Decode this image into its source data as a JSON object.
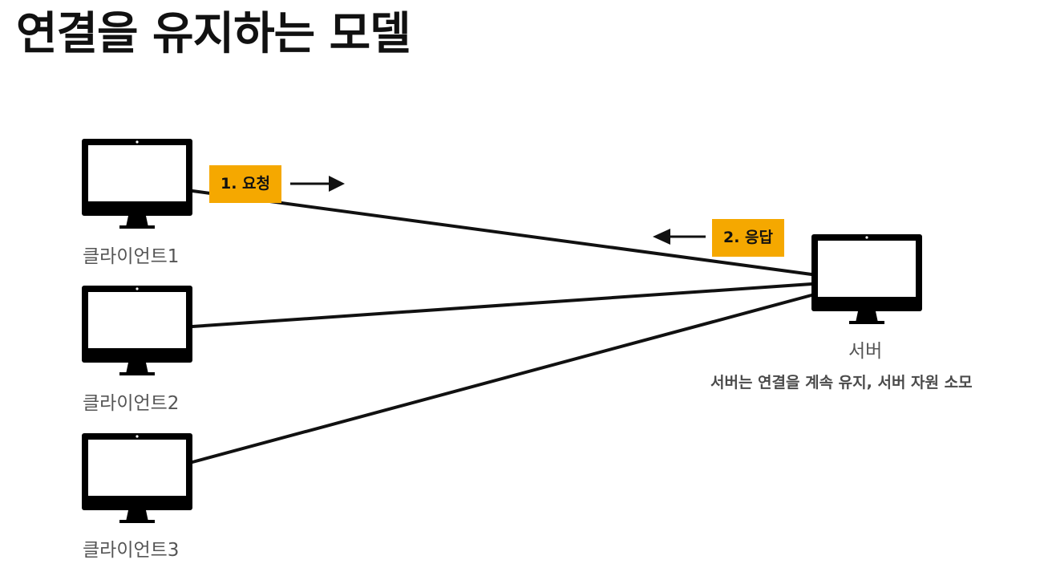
{
  "title": "연결을 유지하는 모델",
  "clients": [
    {
      "label": "클라이언트1"
    },
    {
      "label": "클라이언트2"
    },
    {
      "label": "클라이언트3"
    }
  ],
  "server": {
    "label": "서버",
    "note": "서버는 연결을 계속 유지, 서버 자원 소모"
  },
  "request_tag": "1. 요청",
  "response_tag": "2. 응답",
  "colors": {
    "tag": "#f5a800",
    "line": "#111111",
    "monitor": "#000000"
  }
}
